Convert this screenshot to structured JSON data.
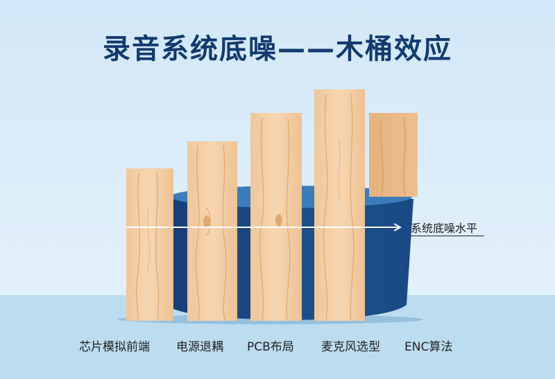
{
  "title": "录音系统底噪——木桶效应",
  "noise_level_label": "系统底噪水平",
  "staves": [
    {
      "label": "芯片模拟前端"
    },
    {
      "label": "电源退耦"
    },
    {
      "label": "PCB布局"
    },
    {
      "label": "麦克风选型"
    },
    {
      "label": "ENC算法"
    }
  ],
  "colors": {
    "title": "#123a6e",
    "barrel_dark": "#1b4a86",
    "barrel_light": "#3a7ab8",
    "wood": "#f3cfa6",
    "wood_dark": "#e6b280"
  }
}
